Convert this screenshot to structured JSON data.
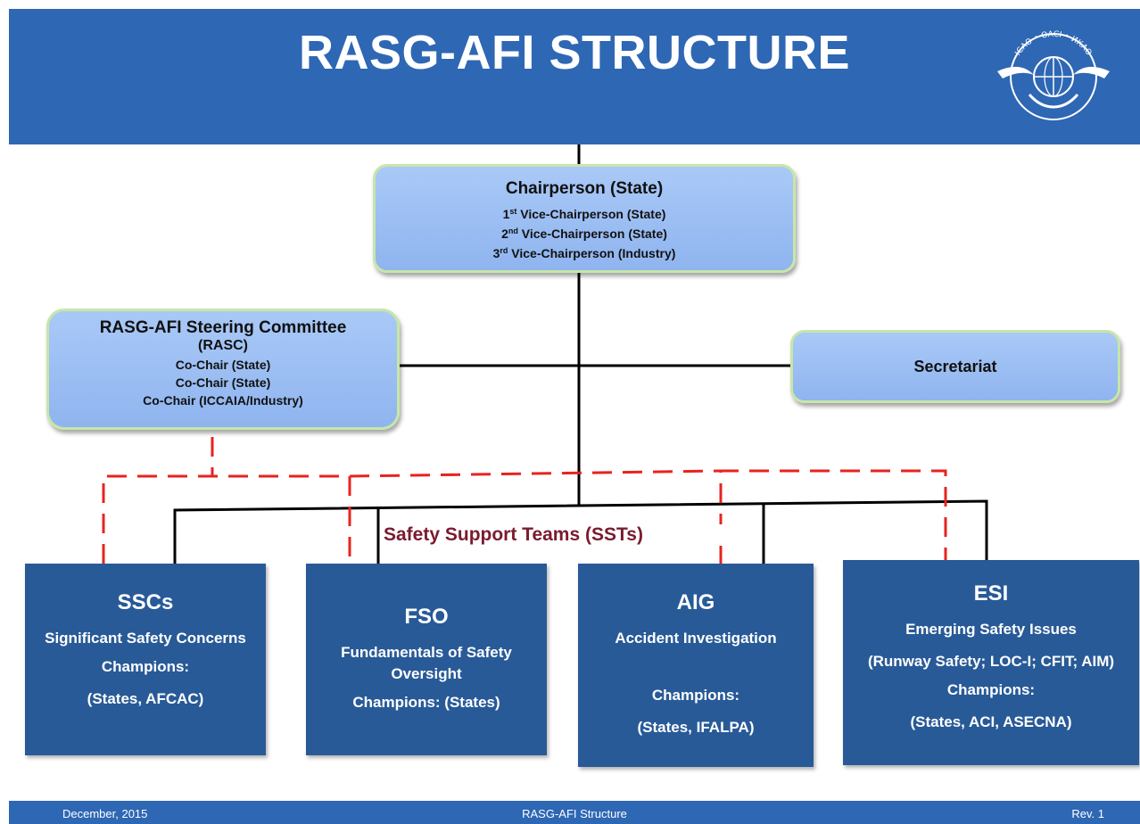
{
  "header": {
    "title": "RASG-AFI STRUCTURE",
    "logo_text": "ICAO • OACI • ИКАО",
    "background": "#2e67b4"
  },
  "chair": {
    "title": "Chairperson  (State)",
    "vice1_ord": "1",
    "vice1_sup": "st",
    "vice1_text": " Vice-Chairperson (State)",
    "vice2_ord": "2",
    "vice2_sup": "nd",
    "vice2_text": " Vice-Chairperson (State)",
    "vice3_ord": "3",
    "vice3_sup": "rd",
    "vice3_text": "  Vice-Chairperson (Industry)"
  },
  "rasc": {
    "title": "RASG-AFI Steering Committee",
    "abbr": "(RASC)",
    "members": [
      "Co-Chair (State)",
      "Co-Chair (State)",
      "Co-Chair (ICCAIA/Industry)"
    ]
  },
  "secretariat": {
    "label": "Secretariat"
  },
  "sst_label": "Safety Support Teams (SSTs)",
  "teams": [
    {
      "code": "SSCs",
      "title": "Significant Safety Concerns",
      "champions": "Champions:",
      "who": "(States, AFCAC)"
    },
    {
      "code": "FSO",
      "title": "Fundamentals of Safety Oversight",
      "champions": "Champions: (States)"
    },
    {
      "code": "AIG",
      "title": "Accident Investigation",
      "champions": "Champions:",
      "who": "(States, IFALPA)"
    },
    {
      "code": "ESI",
      "title": "Emerging Safety Issues",
      "scope": "(Runway Safety; LOC-I; CFIT; AIM)",
      "champions": "Champions:",
      "who": "(States, ACI, ASECNA)"
    }
  ],
  "footer": {
    "date": "December, 2015",
    "center": "RASG-AFI Structure",
    "rev": "Rev. 1"
  },
  "colors": {
    "dark_box": "#285a97",
    "light_box": "#a9c9f7",
    "dashed_line": "#e8231f",
    "sst_text": "#7a1b2e"
  }
}
